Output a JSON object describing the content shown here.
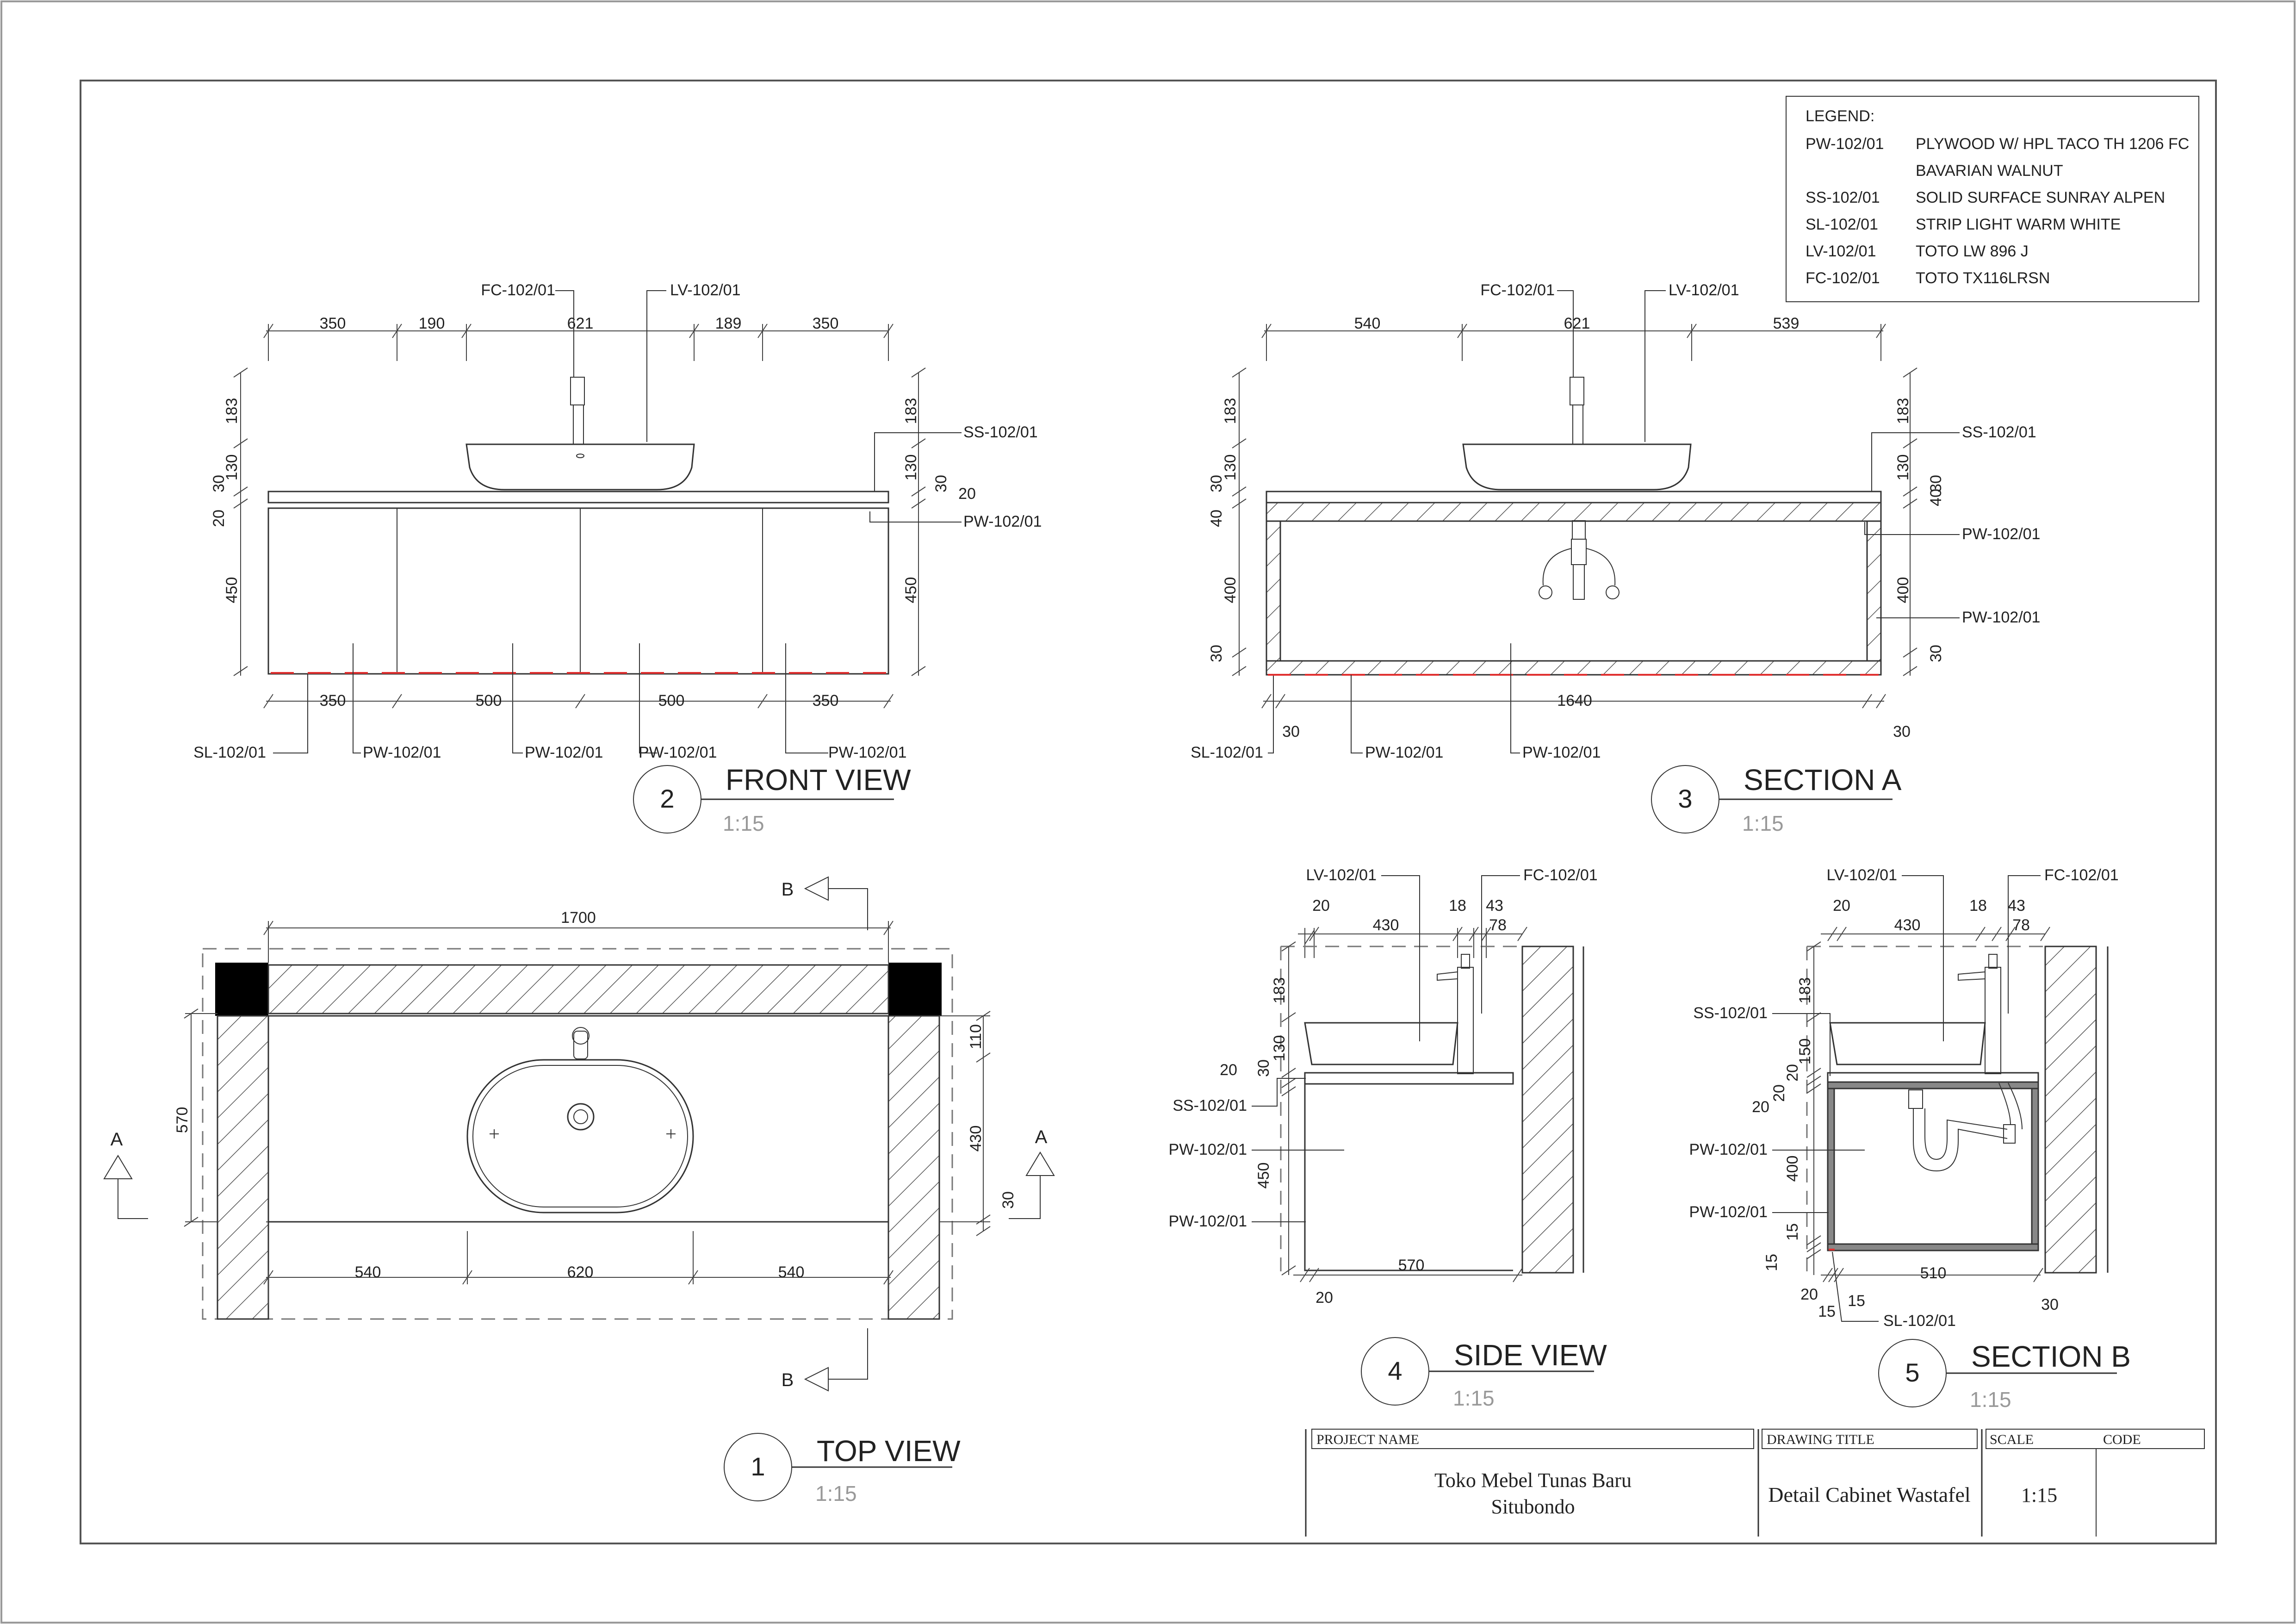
{
  "legend": {
    "title": "LEGEND:",
    "items": [
      {
        "code": "PW-102/01",
        "desc": "PLYWOOD W/ HPL TACO TH 1206 FC"
      },
      {
        "code": "",
        "desc": "BAVARIAN WALNUT"
      },
      {
        "code": "SS-102/01",
        "desc": "SOLID SURFACE SUNRAY ALPEN"
      },
      {
        "code": "SL-102/01",
        "desc": "STRIP LIGHT WARM WHITE"
      },
      {
        "code": "LV-102/01",
        "desc": "TOTO LW 896 J"
      },
      {
        "code": "FC-102/01",
        "desc": "TOTO TX116LRSN"
      }
    ]
  },
  "views": {
    "front": {
      "number": "2",
      "title": "FRONT VIEW",
      "scale": "1:15"
    },
    "section_a": {
      "number": "3",
      "title": "SECTION A",
      "scale": "1:15"
    },
    "top": {
      "number": "1",
      "title": "TOP VIEW",
      "scale": "1:15"
    },
    "side": {
      "number": "4",
      "title": "SIDE VIEW",
      "scale": "1:15"
    },
    "section_b": {
      "number": "5",
      "title": "SECTION B",
      "scale": "1:15"
    }
  },
  "front": {
    "top_dims": [
      "350",
      "190",
      "621",
      "189",
      "350"
    ],
    "bottom_dims": [
      "350",
      "500",
      "500",
      "350"
    ],
    "left_dims": [
      "183",
      "130",
      "30",
      "20",
      "450"
    ],
    "right_dims": [
      "183",
      "130",
      "30",
      "20",
      "450"
    ],
    "tags": {
      "fc": "FC-102/01",
      "lv": "LV-102/01",
      "ss": "SS-102/01",
      "pw_right": "PW-102/01",
      "sl": "SL-102/01",
      "pw1": "PW-102/01",
      "pw2": "PW-102/01",
      "pw3": "PW-102/01",
      "pw4": "PW-102/01"
    }
  },
  "section_a": {
    "top_dims": [
      "540",
      "621",
      "539"
    ],
    "bottom_dims": [
      "30",
      "1640",
      "30"
    ],
    "left_dims": [
      "183",
      "130",
      "30",
      "40",
      "400",
      "30"
    ],
    "right_dims": [
      "183",
      "130",
      "30",
      "40",
      "400",
      "30"
    ],
    "tags": {
      "fc": "FC-102/01",
      "lv": "LV-102/01",
      "ss": "SS-102/01",
      "pw_r1": "PW-102/01",
      "pw_r2": "PW-102/01",
      "sl": "SL-102/01",
      "pw_b1": "PW-102/01",
      "pw_b2": "PW-102/01"
    }
  },
  "top": {
    "overall": "1700",
    "left_dim": "570",
    "right_dims": [
      "110",
      "430",
      "30"
    ],
    "bottom_dims": [
      "540",
      "620",
      "540"
    ],
    "section_marks": {
      "a_left": "A",
      "a_right": "A",
      "b_top": "B",
      "b_bottom": "B"
    }
  },
  "side": {
    "top_dims": [
      "20",
      "430",
      "18",
      "43",
      "78"
    ],
    "left_dims": [
      "183",
      "130",
      "30",
      "20",
      "450"
    ],
    "bottom_dims": [
      "20",
      "570"
    ],
    "tags": {
      "lv": "LV-102/01",
      "fc": "FC-102/01",
      "ss": "SS-102/01",
      "pw1": "PW-102/01",
      "pw2": "PW-102/01"
    }
  },
  "section_b": {
    "top_dims": [
      "20",
      "430",
      "18",
      "43",
      "78"
    ],
    "left_dims": [
      "183",
      "150",
      "20",
      "20",
      "20",
      "400",
      "15",
      "15"
    ],
    "bottom_dims": [
      "20",
      "15",
      "15",
      "510",
      "30"
    ],
    "tags": {
      "lv": "LV-102/01",
      "fc": "FC-102/01",
      "ss": "SS-102/01",
      "pw1": "PW-102/01",
      "pw2": "PW-102/01",
      "sl": "SL-102/01"
    }
  },
  "title_block": {
    "project_label": "PROJECT NAME",
    "project_line1": "Toko Mebel Tunas Baru",
    "project_line2": "Situbondo",
    "drawing_label": "DRAWING TITLE",
    "drawing_title": "Detail Cabinet Wastafel",
    "scale_label": "SCALE",
    "code_label": "CODE",
    "scale_value": "1:15",
    "code_value": ""
  }
}
